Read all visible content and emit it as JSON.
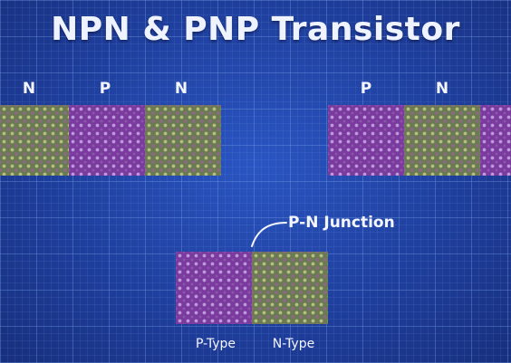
{
  "title": "NPN & PNP Transistor",
  "npn": {
    "labels": [
      "N",
      "P",
      "N"
    ],
    "regions": [
      "n",
      "p",
      "n"
    ]
  },
  "pnp": {
    "labels": [
      "P",
      "N"
    ],
    "regions": [
      "p",
      "n",
      "p"
    ]
  },
  "junction": {
    "label": "P-N Junction",
    "p_label": "P-Type",
    "n_label": "N-Type"
  },
  "colors": {
    "background": "#1f3f9e",
    "p_type": "#7a3a9e",
    "n_type": "#6b7a52",
    "text": "#eef3ff"
  }
}
